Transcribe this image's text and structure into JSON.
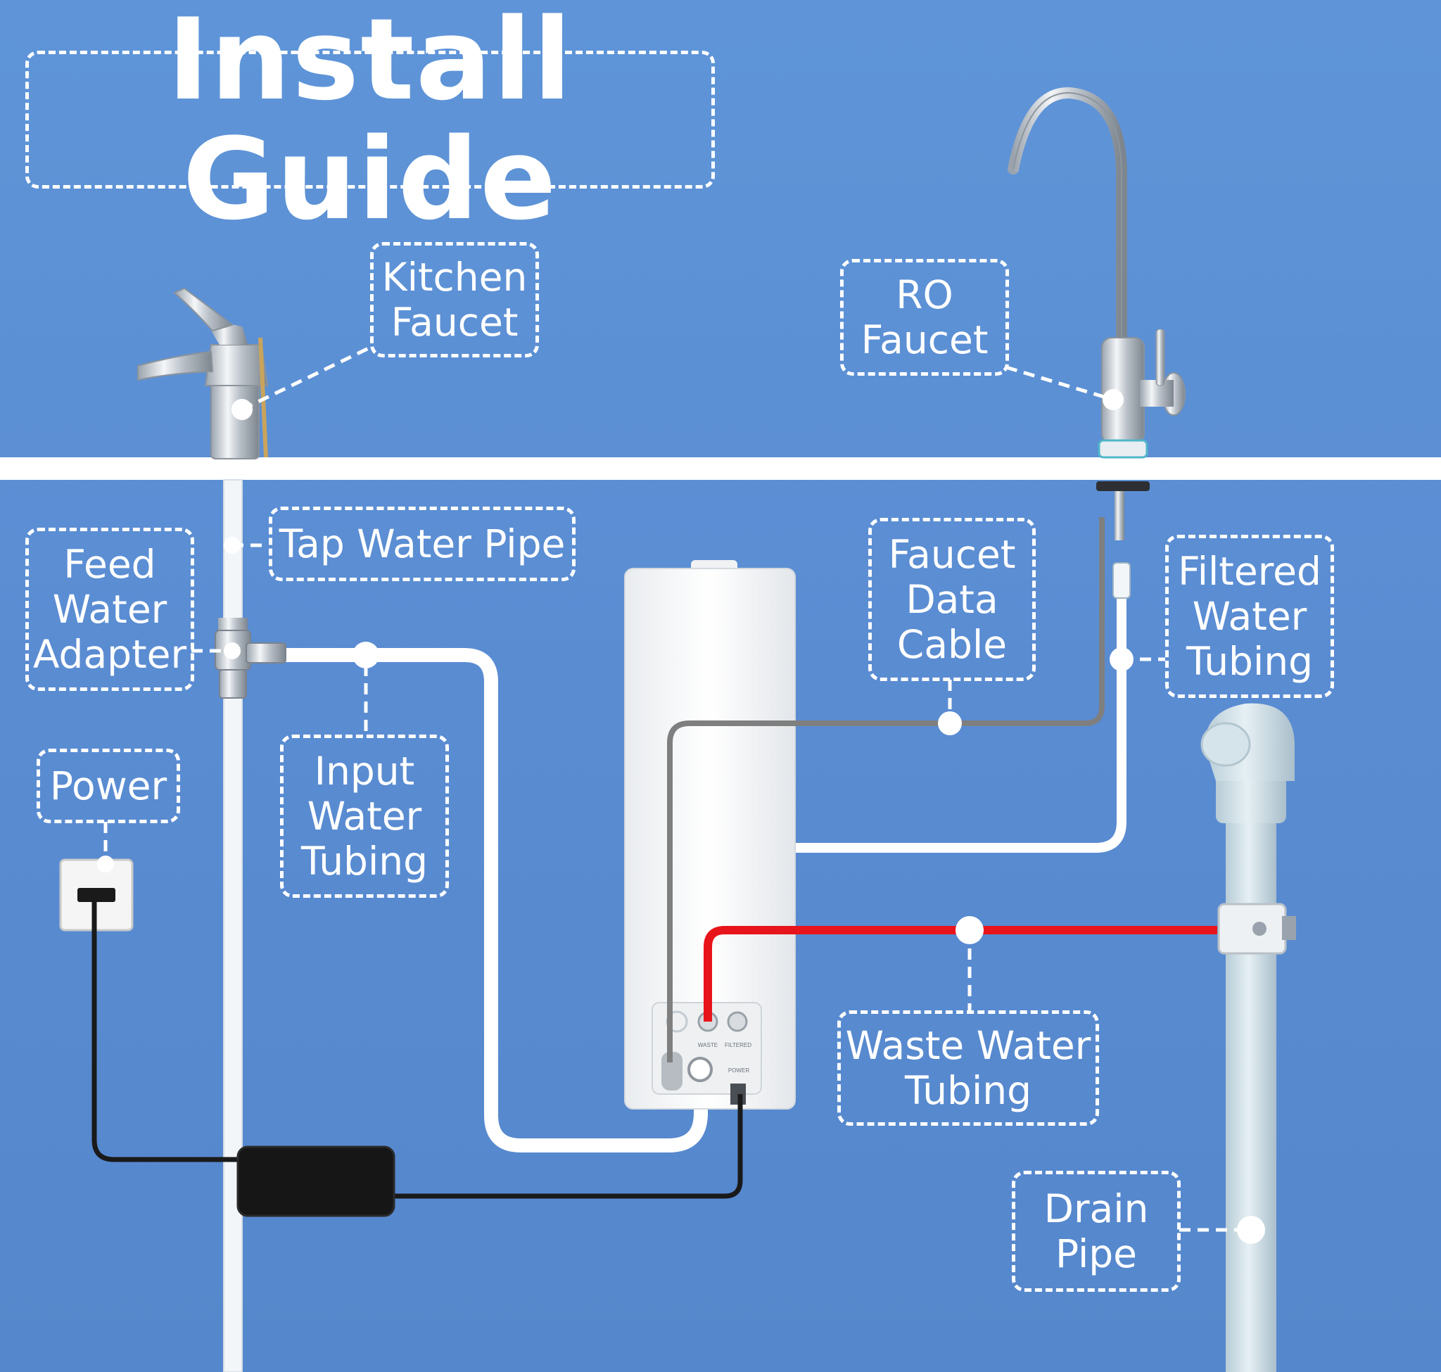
{
  "title": "Install Guide",
  "labels": {
    "kitchen_faucet": "Kitchen\nFaucet",
    "ro_faucet": "RO\nFaucet",
    "tap_water_pipe": "Tap Water Pipe",
    "feed_water_adapter": "Feed\nWater\nAdapter",
    "input_water_tubing": "Input\nWater\nTubing",
    "power": "Power",
    "faucet_data_cable": "Faucet\nData\nCable",
    "filtered_water_tubing": "Filtered\nWater\nTubing",
    "waste_water_tubing": "Waste Water\nTubing",
    "drain_pipe": "Drain\nPipe"
  },
  "port_labels": {
    "waste": "WASTE",
    "filtered": "FILTERED",
    "power": "POWER"
  },
  "colors": {
    "background": "#5a8fd3",
    "counter": "#ffffff",
    "waste_tubing": "#e8141b",
    "data_cable": "#7f7f7f",
    "power_cable": "#1a1a1a",
    "label_text": "#ffffff"
  }
}
